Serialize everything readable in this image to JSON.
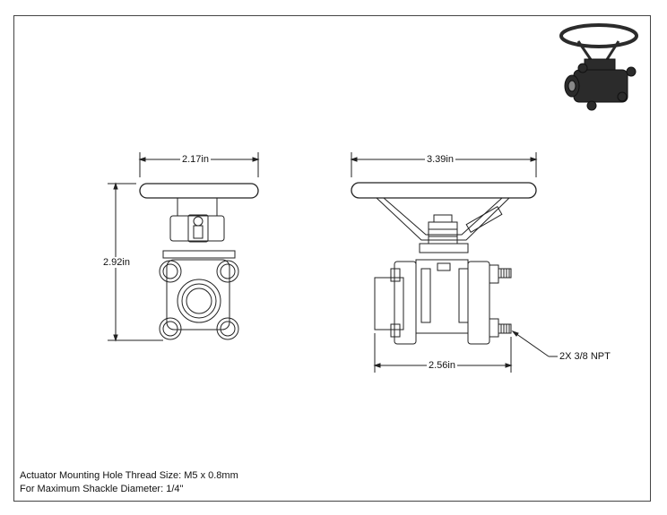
{
  "dimensions": {
    "front_width": "2.17in",
    "front_height": "2.92in",
    "side_width": "3.39in",
    "side_body_width": "2.56in",
    "port_callout": "2X 3/8 NPT"
  },
  "notes": {
    "line1": "Actuator Mounting Hole Thread Size: M5 x 0.8mm",
    "line2": "For Maximum Shackle Diameter: 1/4\""
  },
  "colors": {
    "line": "#222222",
    "body": "#2b2b2b"
  }
}
